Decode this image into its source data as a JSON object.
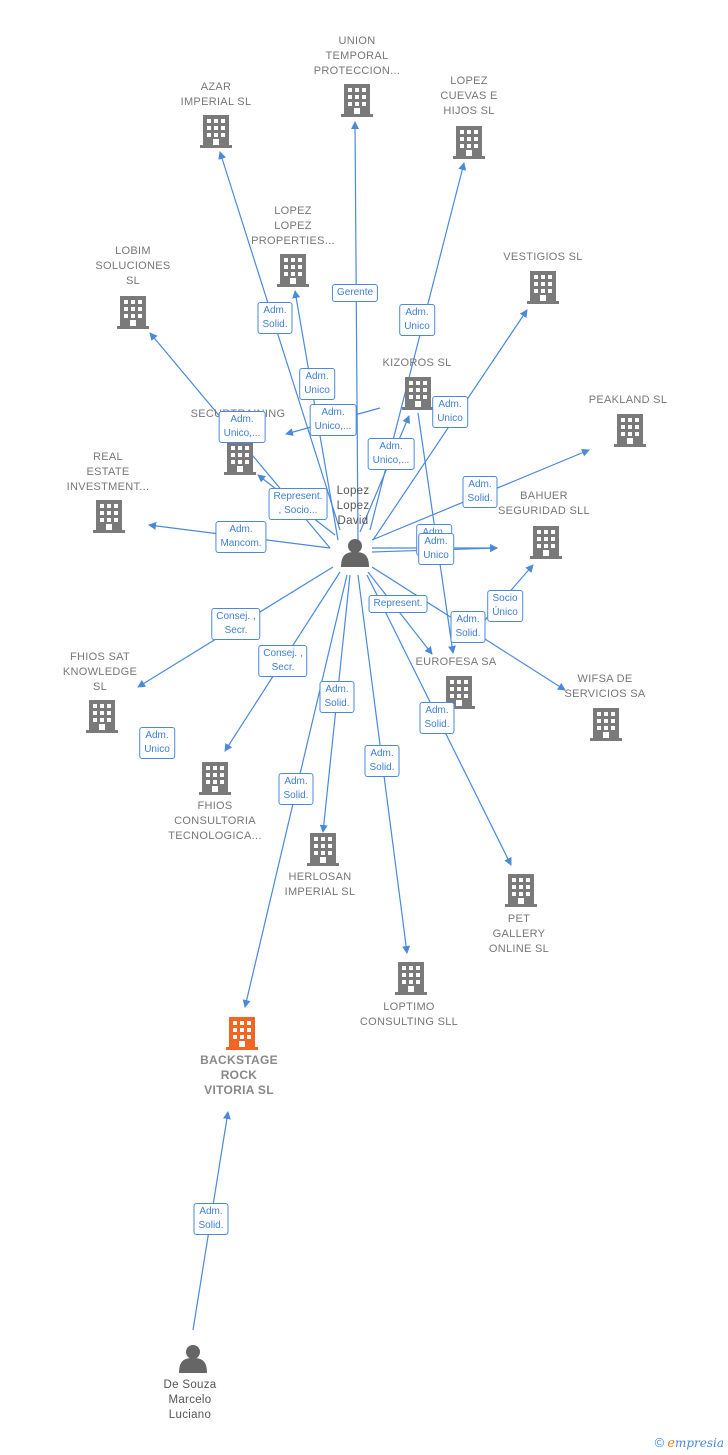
{
  "colors": {
    "edge": "#4a89dc",
    "building": "#7a7a7a",
    "focus": "#f26522",
    "person": "#666666"
  },
  "nodes": [
    {
      "id": "union",
      "type": "company",
      "label": "UNION\nTEMPORAL\nPROTECCION..."
    },
    {
      "id": "azar",
      "type": "company",
      "label": "AZAR\nIMPERIAL  SL"
    },
    {
      "id": "lopezcuevas",
      "type": "company",
      "label": "LOPEZ\nCUEVAS E\nHIJOS SL"
    },
    {
      "id": "lopezprop",
      "type": "company",
      "label": "LOPEZ\nLOPEZ\nPROPERTIES..."
    },
    {
      "id": "lobim",
      "type": "company",
      "label": "LOBIM\nSOLUCIONES\nSL"
    },
    {
      "id": "vestigios",
      "type": "company",
      "label": "VESTIGIOS SL"
    },
    {
      "id": "kizoros",
      "type": "company",
      "label": "KIZOROS  SL"
    },
    {
      "id": "securtraining",
      "type": "company",
      "label": "SECURTRAINING"
    },
    {
      "id": "peakland",
      "type": "company",
      "label": "PEAKLAND SL"
    },
    {
      "id": "realestate",
      "type": "company",
      "label": "REAL\nESTATE\nINVESTMENT..."
    },
    {
      "id": "bahuer",
      "type": "company",
      "label": "BAHUER\nSEGURIDAD SLL"
    },
    {
      "id": "lopezdavid",
      "type": "person",
      "label": "Lopez\nLopez\nDavid"
    },
    {
      "id": "fhiossat",
      "type": "company",
      "label": "FHIOS SAT\nKNOWLEDGE\nSL"
    },
    {
      "id": "eurofesa",
      "type": "company",
      "label": "EUROFESA SA"
    },
    {
      "id": "wifsa",
      "type": "company",
      "label": "WIFSA DE\nSERVICIOS SA"
    },
    {
      "id": "fhiosconsultoria",
      "type": "company",
      "label": "FHIOS\nCONSULTORIA\nTECNOLOGICA..."
    },
    {
      "id": "herlosan",
      "type": "company",
      "label": "HERLOSAN\nIMPERIAL  SL"
    },
    {
      "id": "petgallery",
      "type": "company",
      "label": "PET\nGALLERY\nONLINE  SL"
    },
    {
      "id": "loptimo",
      "type": "company",
      "label": "LOPTIMO\nCONSULTING SLL"
    },
    {
      "id": "backstage",
      "type": "focus",
      "label": "BACKSTAGE\nROCK\nVITORIA  SL"
    },
    {
      "id": "desouza",
      "type": "person",
      "label": "De Souza\nMarcelo\nLuciano"
    }
  ],
  "edges": [
    {
      "from": "lopezdavid",
      "to": "union",
      "label": "Gerente"
    },
    {
      "from": "lopezdavid",
      "to": "azar",
      "label": "Adm.\nSolid."
    },
    {
      "from": "lopezdavid",
      "to": "lopezcuevas",
      "label": "Adm.\nUnico"
    },
    {
      "from": "lopezdavid",
      "to": "lopezprop",
      "label": "Adm.\nUnico"
    },
    {
      "from": "lopezdavid",
      "to": "lobim",
      "label": "Adm.\nUnico,..."
    },
    {
      "from": "lopezdavid",
      "to": "securtraining",
      "label": "Adm.\nUnico,..."
    },
    {
      "from": "lopezdavid",
      "to": "vestigios",
      "label": "Adm.\nUnico"
    },
    {
      "from": "lopezdavid",
      "to": "kizoros",
      "label": "Adm.\nUnico,..."
    },
    {
      "from": "lopezdavid",
      "to": "realestate",
      "label": "Adm.\nMancom."
    },
    {
      "from": "lopezdavid",
      "to": "securtraining",
      "label": "Represent.\n, Socio..."
    },
    {
      "from": "lopezdavid",
      "to": "peakland",
      "label": "Adm.\nSolid."
    },
    {
      "from": "lopezdavid",
      "to": "bahuer",
      "label": "Adm.\nUnico"
    },
    {
      "from": "lopezdavid",
      "to": "bahuer",
      "label": "Adm.\nUnico"
    },
    {
      "from": "lopezdavid",
      "to": "fhiossat",
      "label": "Consej. ,\nSecr."
    },
    {
      "from": "lopezdavid",
      "to": "fhiosconsultoria",
      "label": "Consej. ,\nSecr."
    },
    {
      "from": "lopezdavid",
      "to": "eurofesa",
      "label": "Represent."
    },
    {
      "from": "lopezdavid",
      "to": "wifsa",
      "label": "Adm.\nSolid."
    },
    {
      "from": "eurofesa",
      "to": "bahuer",
      "label": "Socio\nÚnico"
    },
    {
      "from": "lopezdavid",
      "to": "herlosan",
      "label": "Adm.\nSolid."
    },
    {
      "from": "lopezdavid",
      "to": "backstage",
      "label": "Adm.\nSolid."
    },
    {
      "from": "lopezdavid",
      "to": "loptimo",
      "label": "Adm.\nSolid."
    },
    {
      "from": "lopezdavid",
      "to": "petgallery",
      "label": "Adm.\nSolid."
    },
    {
      "from": "kizoros",
      "to": "eurofesa",
      "label": "Adm.\nUnico"
    },
    {
      "from": "fhiossat",
      "to": "fhiosconsultoria",
      "label": "Adm.\nUnico"
    },
    {
      "from": "desouza",
      "to": "backstage",
      "label": "Adm.\nSolid."
    }
  ],
  "footer": {
    "copyright": "©",
    "brand_e": "e",
    "brand_rest": "mpresia"
  }
}
